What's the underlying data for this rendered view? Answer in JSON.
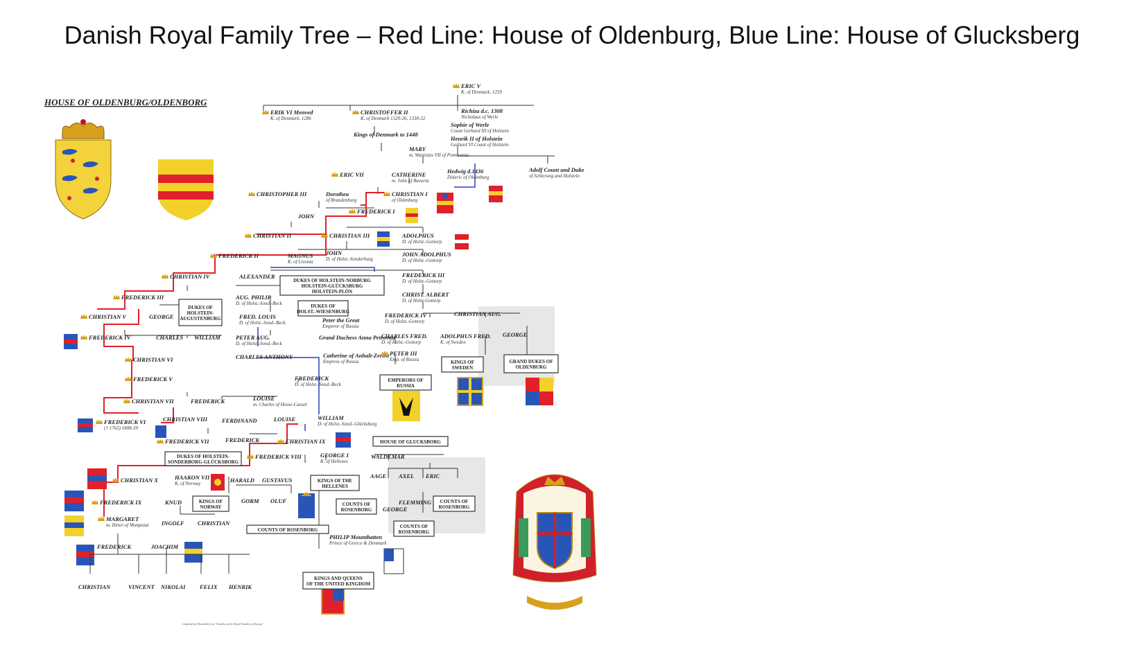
{
  "title": "Danish Royal Family Tree – Red Line: House of Oldenburg, Blue Line: House of Glucksberg",
  "header": "HOUSE OF OLDENBURG/OLDENBORG",
  "colors": {
    "red_line": "#e0202a",
    "blue_line": "#2340c8",
    "crown": "#d8a01c"
  },
  "people": [
    {
      "id": "eric5",
      "name": "ERIC V",
      "sub": "K. of Denmark, 1259"
    },
    {
      "id": "erik6",
      "name": "ERIK VI Menved",
      "sub": "K. of Denmark, 1286"
    },
    {
      "id": "christopher2",
      "name": "CHRISTOFFER II",
      "sub": "K. of Denmark 1320-26, 1330-32"
    },
    {
      "id": "richiza",
      "name": "Richiza d.c. 1308",
      "sub": "Nicholaus of Werle"
    },
    {
      "id": "sophie",
      "name": "Sophie of Werle",
      "sub": "Count Gerhard III of Holstein"
    },
    {
      "id": "henrik",
      "name": "Henrik II of Holstein",
      "sub": "Gerhard VI Count of Holstein"
    },
    {
      "id": "kings1448",
      "name": "Kings of Denmark to 1448",
      "sub": ""
    },
    {
      "id": "mary",
      "name": "MARY",
      "sub": "m. Wartislav VII of Pomerania"
    },
    {
      "id": "ericvii",
      "name": "ERIC VII",
      "sub": ""
    },
    {
      "id": "catherine",
      "name": "CATHERINE",
      "sub": "m. John of Bavaria"
    },
    {
      "id": "hedwig",
      "name": "Hedwig d.1436",
      "sub": "Dideric of Oldenburg"
    },
    {
      "id": "adolf",
      "name": "Adolf Count and Duke",
      "sub": "of Schleswig and Holstein"
    },
    {
      "id": "christopher3",
      "name": "CHRISTOPHER III",
      "sub": ""
    },
    {
      "id": "dorothea",
      "name": "Dorothea",
      "sub": "of Brandenburg"
    },
    {
      "id": "christian1",
      "name": "CHRISTIAN I",
      "sub": "of Oldenburg"
    },
    {
      "id": "john",
      "name": "JOHN",
      "sub": ""
    },
    {
      "id": "frederick1",
      "name": "FREDERICK I",
      "sub": ""
    },
    {
      "id": "christian2",
      "name": "CHRISTIAN II",
      "sub": ""
    },
    {
      "id": "christian3",
      "name": "CHRISTIAN III",
      "sub": ""
    },
    {
      "id": "adolphus",
      "name": "ADOLPHUS",
      "sub": "D. of Holst.-Gottorp"
    },
    {
      "id": "frederick2",
      "name": "FREDERICK II",
      "sub": ""
    },
    {
      "id": "magnus",
      "name": "MAGNUS",
      "sub": "K. of Livonia"
    },
    {
      "id": "johnhs",
      "name": "JOHN",
      "sub": "D. of Holst.-Sonderburg"
    },
    {
      "id": "johnadolphus",
      "name": "JOHN ADOLPHUS",
      "sub": "D. of Holst.-Gottorp"
    },
    {
      "id": "christian4",
      "name": "CHRISTIAN IV",
      "sub": ""
    },
    {
      "id": "alexander",
      "name": "ALEXANDER",
      "sub": ""
    },
    {
      "id": "frederick3g",
      "name": "FREDERICK III",
      "sub": "D. of Holst.-Gottorp"
    },
    {
      "id": "frederick3",
      "name": "FREDERICK III",
      "sub": ""
    },
    {
      "id": "augphilip",
      "name": "AUG. PHILIP",
      "sub": "D. of Holst.-Sond.-Beck"
    },
    {
      "id": "christalbert",
      "name": "CHRIST. ALBERT",
      "sub": "D. of Holst-Gottorp"
    },
    {
      "id": "christian5",
      "name": "CHRISTIAN V",
      "sub": ""
    },
    {
      "id": "george1",
      "name": "GEORGE",
      "sub": ""
    },
    {
      "id": "fredlouis",
      "name": "FRED. LOUIS",
      "sub": "D. of Holst.-Sond.-Beck"
    },
    {
      "id": "peterthegreat",
      "name": "Peter the Great",
      "sub": "Emperor of Russia"
    },
    {
      "id": "frederick4g",
      "name": "FREDERICK IV",
      "sub": "D. of Holst.-Gottorp"
    },
    {
      "id": "christianaug",
      "name": "CHRISTIAN AUG.",
      "sub": ""
    },
    {
      "id": "frederick4",
      "name": "FREDERICK IV",
      "sub": ""
    },
    {
      "id": "charles",
      "name": "CHARLES",
      "sub": ""
    },
    {
      "id": "william1",
      "name": "WILLIAM",
      "sub": ""
    },
    {
      "id": "peteraug",
      "name": "PETER AUG.",
      "sub": "D. of Holst.-Sond.-Beck"
    },
    {
      "id": "annapetrovna",
      "name": "Grand Duchess Anna Petrovna",
      "sub": ""
    },
    {
      "id": "charlesfred",
      "name": "CHARLES FRED.",
      "sub": "D. of Holst.-Gottorp"
    },
    {
      "id": "adolphusfred",
      "name": "ADOLPHUS FRED.",
      "sub": "K. of Sweden"
    },
    {
      "id": "george2",
      "name": "GEORGE",
      "sub": ""
    },
    {
      "id": "christian6",
      "name": "CHRISTIAN VI",
      "sub": ""
    },
    {
      "id": "charlesanthony",
      "name": "CHARLES ANTHONY",
      "sub": ""
    },
    {
      "id": "catherine2",
      "name": "Catherine of Anhalt-Zerbst",
      "sub": "Empress of Russia"
    },
    {
      "id": "peter3",
      "name": "PETER III",
      "sub": "Emp. of Russia"
    },
    {
      "id": "frederick5",
      "name": "FREDERICK V",
      "sub": ""
    },
    {
      "id": "frederickhsb",
      "name": "FREDERICK",
      "sub": "D. of Holst.-Sond.-Beck"
    },
    {
      "id": "christian7",
      "name": "CHRISTIAN VII",
      "sub": ""
    },
    {
      "id": "frederickx",
      "name": "FREDERICK",
      "sub": ""
    },
    {
      "id": "louise1",
      "name": "LOUISE",
      "sub": "m. Charles of Hesse-Cassel"
    },
    {
      "id": "frederick6",
      "name": "FREDERICK VI",
      "sub": "(† 1763) 1808-39"
    },
    {
      "id": "christian8",
      "name": "CHRISTIAN VIII",
      "sub": ""
    },
    {
      "id": "ferdinand",
      "name": "FERDINAND",
      "sub": ""
    },
    {
      "id": "louise2",
      "name": "LOUISE",
      "sub": ""
    },
    {
      "id": "williamg",
      "name": "WILLIAM",
      "sub": "D. of Holst.-Sond.-Glücksburg"
    },
    {
      "id": "frederick7",
      "name": "FREDERICK VII",
      "sub": ""
    },
    {
      "id": "frederickb",
      "name": "FREDERICK",
      "sub": ""
    },
    {
      "id": "christian9",
      "name": "CHRISTIAN IX",
      "sub": ""
    },
    {
      "id": "frederick8",
      "name": "FREDERICK VIII",
      "sub": ""
    },
    {
      "id": "georgei",
      "name": "GEORGE I",
      "sub": "K. of Hellenes"
    },
    {
      "id": "waldemar",
      "name": "WALDEMAR",
      "sub": ""
    },
    {
      "id": "christian10",
      "name": "CHRISTIAN X",
      "sub": ""
    },
    {
      "id": "haakon7",
      "name": "HAAKON VII",
      "sub": "K. of Norway"
    },
    {
      "id": "harald",
      "name": "HARALD",
      "sub": ""
    },
    {
      "id": "gustavus",
      "name": "GUSTAVUS",
      "sub": ""
    },
    {
      "id": "aage",
      "name": "AAGE",
      "sub": ""
    },
    {
      "id": "axel",
      "name": "AXEL",
      "sub": ""
    },
    {
      "id": "eric",
      "name": "ERIC",
      "sub": ""
    },
    {
      "id": "frederick9",
      "name": "FREDERICK IX",
      "sub": ""
    },
    {
      "id": "knud",
      "name": "KNUD",
      "sub": ""
    },
    {
      "id": "gorm",
      "name": "GORM",
      "sub": ""
    },
    {
      "id": "oluf",
      "name": "OLUF",
      "sub": ""
    },
    {
      "id": "flemming",
      "name": "FLEMMING",
      "sub": ""
    },
    {
      "id": "george3",
      "name": "GEORGE",
      "sub": ""
    },
    {
      "id": "margaret",
      "name": "MARGARET",
      "sub": "m. Henri of Monpezat"
    },
    {
      "id": "ingolf",
      "name": "INGOLF",
      "sub": ""
    },
    {
      "id": "christianb",
      "name": "CHRISTIAN",
      "sub": ""
    },
    {
      "id": "philip",
      "name": "PHILIP Mountbatten",
      "sub": "Prince of Greece & Denmark"
    },
    {
      "id": "frederickc",
      "name": "FREDERICK",
      "sub": ""
    },
    {
      "id": "joachim",
      "name": "JOACHIM",
      "sub": ""
    },
    {
      "id": "gc_christian",
      "name": "CHRISTIAN",
      "sub": ""
    },
    {
      "id": "gc_vincent",
      "name": "VINCENT",
      "sub": ""
    },
    {
      "id": "gc_nikolai",
      "name": "NIKOLAI",
      "sub": ""
    },
    {
      "id": "gc_felix",
      "name": "FELIX",
      "sub": ""
    },
    {
      "id": "gc_henrik",
      "name": "HENRIK",
      "sub": ""
    }
  ],
  "boxes": [
    {
      "id": "b_holstein_norburg",
      "lines": [
        "DUKES OF HOLSTEIN-NORBURG",
        "HOLSTEIN-GLÜCKSBURG",
        "HOLSTEIN-PLÖN"
      ]
    },
    {
      "id": "b_augustenburg",
      "lines": [
        "DUKES OF",
        "HOLSTEIN-",
        "AUGUSTENBURG"
      ]
    },
    {
      "id": "b_wiesenburg",
      "lines": [
        "DUKES OF",
        "HOLST.-WIESENBURG"
      ]
    },
    {
      "id": "b_sweden",
      "lines": [
        "KINGS OF",
        "SWEDEN"
      ]
    },
    {
      "id": "b_oldenburg",
      "lines": [
        "GRAND DUKES OF",
        "OLDENBURG"
      ]
    },
    {
      "id": "b_russia",
      "lines": [
        "EMPERORS OF",
        "RUSSIA"
      ]
    },
    {
      "id": "b_glucksborg",
      "lines": [
        "HOUSE OF GLUCKSBORG"
      ]
    },
    {
      "id": "b_sonderborg",
      "lines": [
        "DUKES OF HOLSTEIN-",
        "SONDERBORG-GLÜCKSBORG"
      ]
    },
    {
      "id": "b_hellenes",
      "lines": [
        "KINGS OF THE",
        "HELLENES"
      ]
    },
    {
      "id": "b_norway",
      "lines": [
        "KINGS OF",
        "NORWAY"
      ]
    },
    {
      "id": "b_rosenborg1",
      "lines": [
        "COUNTS OF",
        "ROSENBORG"
      ]
    },
    {
      "id": "b_rosenborg2",
      "lines": [
        "COUNTS OF",
        "ROSENBORG"
      ]
    },
    {
      "id": "b_rosenborg3",
      "lines": [
        "COUNTS OF",
        "ROSENBORG"
      ]
    },
    {
      "id": "b_rosenborg4",
      "lines": [
        "COUNTS OF ROSENBORG"
      ]
    },
    {
      "id": "b_uk",
      "lines": [
        "KINGS AND QUEENS",
        "OF THE UNITED KINGDOM"
      ]
    }
  ],
  "footer": "Compiled by Nihonalink from \"Families of the Royal Families of Europe\""
}
